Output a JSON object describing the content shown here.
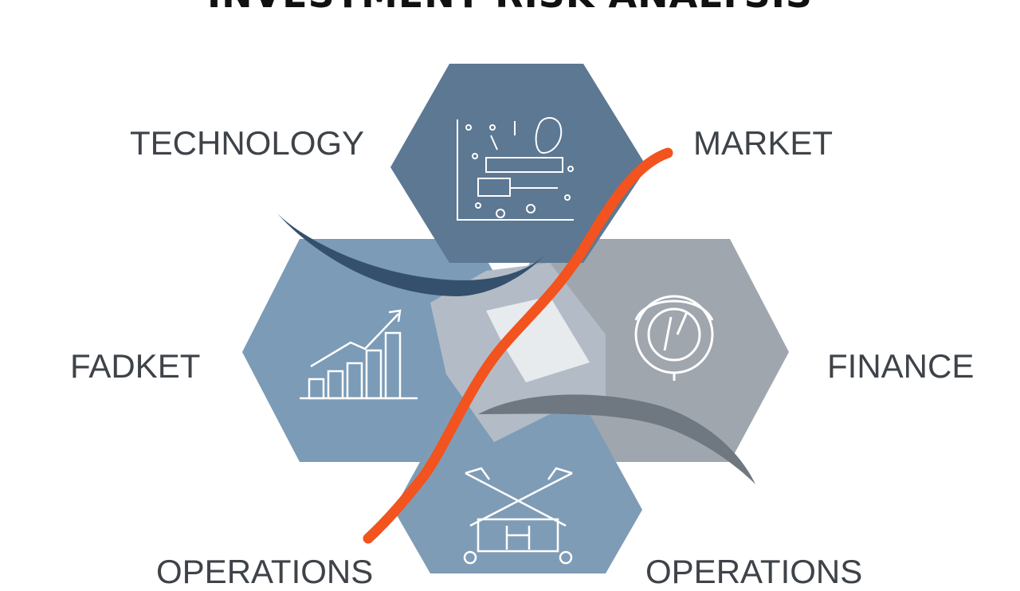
{
  "title": "INVESTMENT RISK ANALYSIS",
  "labels": {
    "technology": "TECHNOLOGY",
    "market": "MARKET",
    "market_left": "FADKET",
    "finance": "FINANCE",
    "operations_left": "OPERATIONS",
    "operations_right": "OPERATIONS"
  },
  "colors": {
    "hex_top": "#5c7893",
    "hex_left": "#7b9bb6",
    "hex_right": "#9fa6ae",
    "hex_bottom": "#7f9cb6",
    "swoosh_dark": "#35506d",
    "swoosh_gray": "#6f7780",
    "accent_line": "#f2531f",
    "icon_stroke": "#ffffff",
    "text": "#3e4349"
  },
  "icons": {
    "top": "analytics-board-icon",
    "left": "growth-chart-icon",
    "right": "target-icon",
    "bottom": "tools-cart-icon"
  }
}
